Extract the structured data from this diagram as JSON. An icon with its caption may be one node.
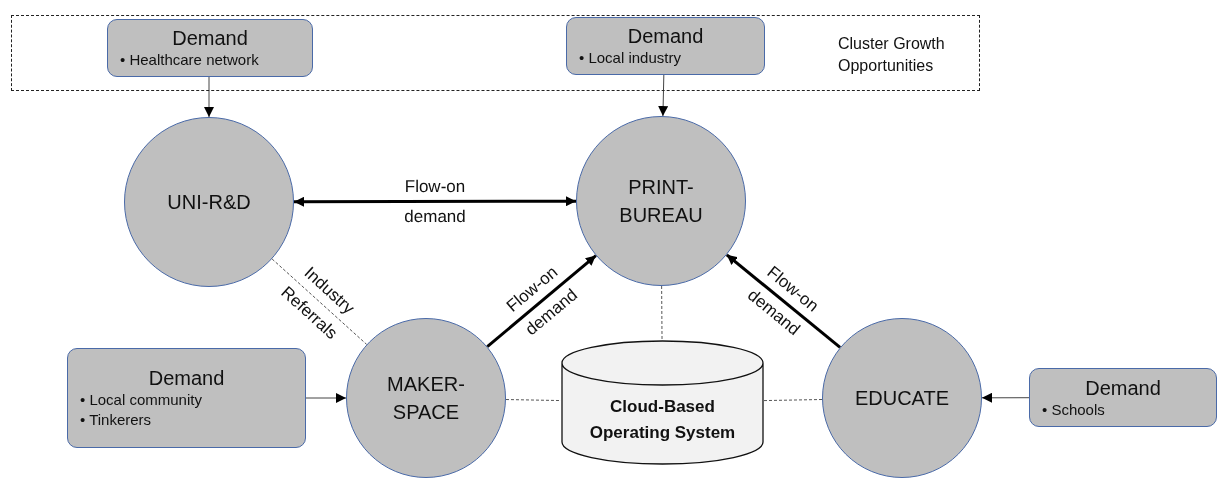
{
  "diagram": {
    "nodes": [
      {
        "text": [
          "Cluster Growth Opportunities"
        ]
      },
      {
        "text": [
          "Demand",
          "• Healthcare network"
        ],
        "in": 0
      },
      {
        "text": [
          "Demand",
          "• Local industry"
        ],
        "in": 0
      },
      {
        "text": [
          "UNI-R&D"
        ]
      },
      {
        "text": [
          "PRINT-BUREAU"
        ]
      },
      {
        "text": [
          "Demand",
          "• Local community",
          "• Tinkerers"
        ]
      },
      {
        "text": [
          "MAKER-SPACE"
        ]
      },
      {
        "text": [
          "Cloud-Based Operating System"
        ]
      },
      {
        "text": [
          "EDUCATE"
        ]
      },
      {
        "text": [
          "Demand",
          "• Schools"
        ]
      }
    ],
    "edges": [
      {
        "from": 1,
        "to": 3,
        "arrow": "to"
      },
      {
        "from": 2,
        "to": 4,
        "arrow": "to"
      },
      {
        "from": 3,
        "to": 4,
        "arrow": "both",
        "label": "Flow-on demand",
        "style": "thick"
      },
      {
        "from": 3,
        "to": 6,
        "arrow": "none",
        "label": "Industry Referrals",
        "style": "dashed"
      },
      {
        "from": 5,
        "to": 6,
        "arrow": "to"
      },
      {
        "from": 6,
        "to": 4,
        "arrow": "to",
        "label": "Flow-on demand",
        "style": "thick"
      },
      {
        "from": 8,
        "to": 4,
        "arrow": "to",
        "label": "Flow-on demand",
        "style": "thick"
      },
      {
        "from": 4,
        "to": 7,
        "arrow": "none",
        "style": "dashed"
      },
      {
        "from": 6,
        "to": 7,
        "arrow": "none",
        "style": "dashed"
      },
      {
        "from": 7,
        "to": 8,
        "arrow": "none",
        "style": "dashed"
      },
      {
        "from": 9,
        "to": 8,
        "arrow": "to"
      }
    ]
  }
}
